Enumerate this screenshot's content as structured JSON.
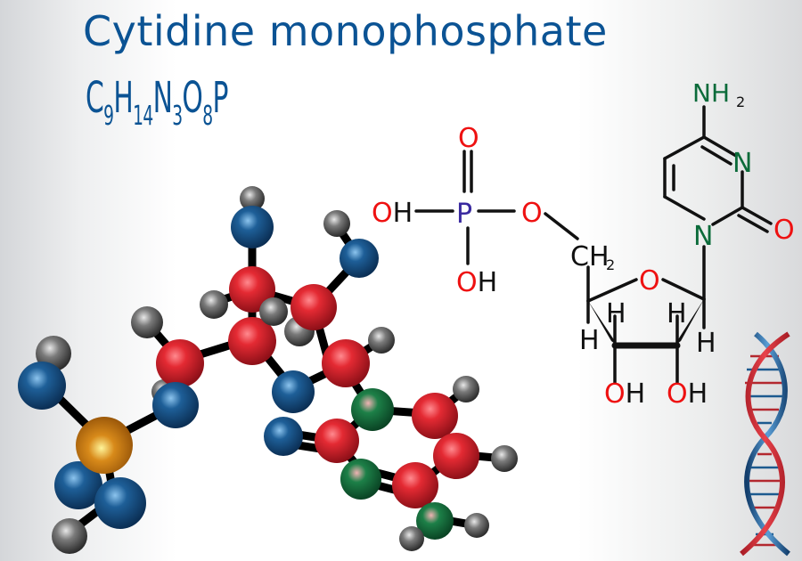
{
  "title": "Cytidine monophosphate",
  "formula": {
    "parts": [
      {
        "el": "C",
        "n": "9"
      },
      {
        "el": "H",
        "n": "14"
      },
      {
        "el": "N",
        "n": "3"
      },
      {
        "el": "O",
        "n": "8"
      },
      {
        "el": "P",
        "n": ""
      }
    ]
  },
  "structure": {
    "phosphate": {
      "O_double": "O",
      "P": "P",
      "OH_left": "OH",
      "OH_bottom": "OH",
      "O_bridge": "O"
    },
    "sugar": {
      "CH2": "CH",
      "CH2_sub": "2",
      "ring_O": "O",
      "H1": "H",
      "H2": "H",
      "H3": "H",
      "H4": "H",
      "OH1": "OH",
      "OH2": "OH"
    },
    "base": {
      "NH2": "NH",
      "NH2_sub": "2",
      "N3": "N",
      "N1": "N",
      "O2": "O"
    }
  },
  "colors": {
    "title": "#0b5394",
    "oxygen_label": "#ee1111",
    "phosphorus_label": "#3a2aa0",
    "nitrogen_label": "#0b6b3a",
    "bond": "#111111",
    "atom_carbon_red": "#d81f2a",
    "atom_oxygen_blue": "#1c5a8f",
    "atom_nitrogen_green": "#1a7a45",
    "atom_phosphorus": "#d88a1a",
    "atom_hydrogen": "#6a6a6a"
  },
  "decoration": {
    "dna_icon": "dna-helix"
  }
}
